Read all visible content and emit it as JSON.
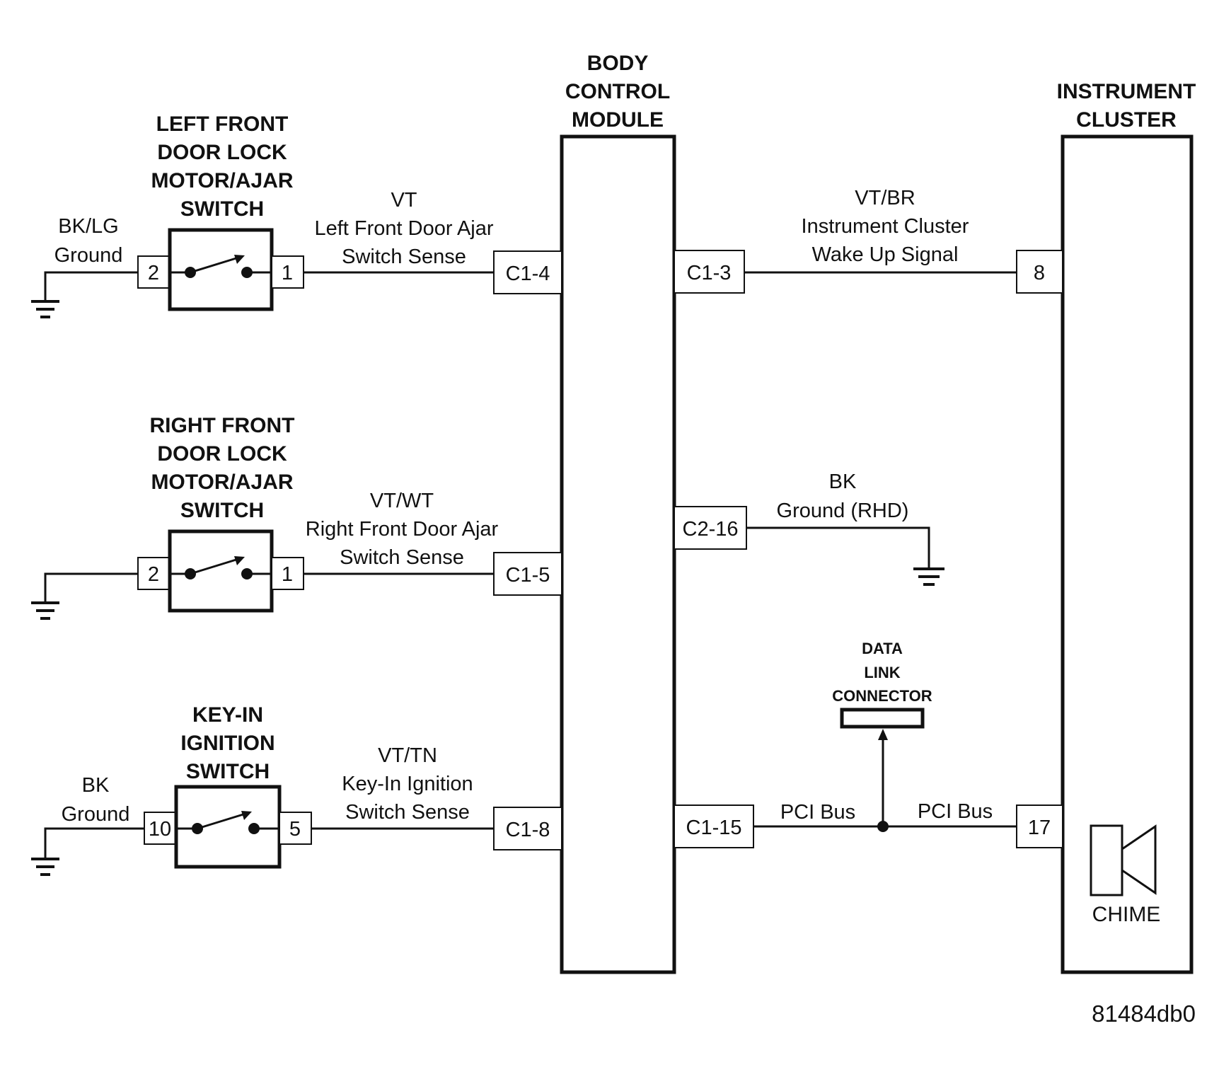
{
  "diagram_id": "81484db0",
  "body_control_module": {
    "title_lines": [
      "BODY",
      "CONTROL",
      "MODULE"
    ],
    "pins": {
      "c1_4": "C1-4",
      "c1_5": "C1-5",
      "c1_8": "C1-8",
      "c1_3": "C1-3",
      "c2_16": "C2-16",
      "c1_15": "C1-15"
    }
  },
  "instrument_cluster": {
    "title_lines": [
      "INSTRUMENT",
      "CLUSTER"
    ],
    "pins": {
      "p8": "8",
      "p17": "17"
    },
    "chime_label": "CHIME"
  },
  "left_front_switch": {
    "title_lines": [
      "LEFT FRONT",
      "DOOR LOCK",
      "MOTOR/AJAR",
      "SWITCH"
    ],
    "pin_left": "2",
    "pin_right": "1",
    "ground_wire": [
      "BK/LG",
      "Ground"
    ],
    "signal_wire": [
      "VT",
      "Left Front Door Ajar",
      "Switch Sense"
    ]
  },
  "right_front_switch": {
    "title_lines": [
      "RIGHT FRONT",
      "DOOR LOCK",
      "MOTOR/AJAR",
      "SWITCH"
    ],
    "pin_left": "2",
    "pin_right": "1",
    "signal_wire": [
      "VT/WT",
      "Right Front Door Ajar",
      "Switch Sense"
    ]
  },
  "key_in_switch": {
    "title_lines": [
      "KEY-IN",
      "IGNITION",
      "SWITCH"
    ],
    "pin_left": "10",
    "pin_right": "5",
    "ground_wire": [
      "BK",
      "Ground"
    ],
    "signal_wire": [
      "VT/TN",
      "Key-In Ignition",
      "Switch Sense"
    ]
  },
  "wake_up_wire": [
    "VT/BR",
    "Instrument Cluster",
    "Wake Up Signal"
  ],
  "rhd_ground_wire": [
    "BK",
    "Ground (RHD)"
  ],
  "data_link_connector": {
    "title_lines": [
      "DATA",
      "LINK",
      "CONNECTOR"
    ]
  },
  "pci_bus": {
    "left_label": "PCI Bus",
    "right_label": "PCI Bus"
  }
}
